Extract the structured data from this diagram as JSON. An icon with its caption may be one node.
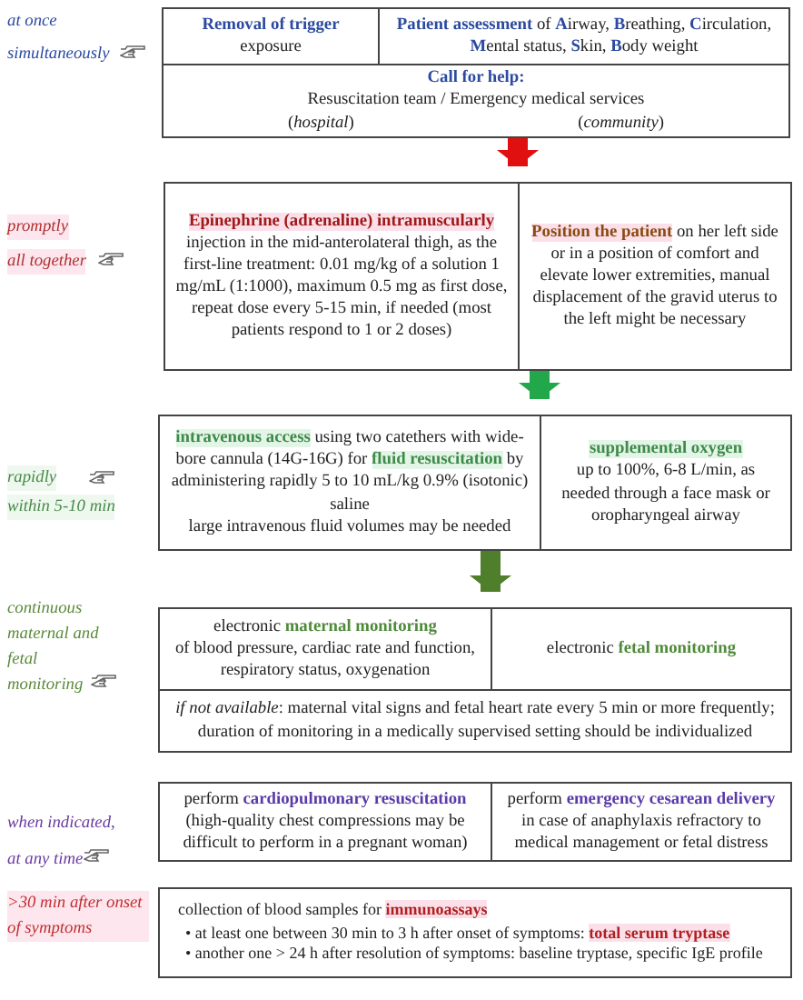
{
  "diagram": {
    "nodes": [
      {
        "text": [
          "**Removal of trigger** exposure"
        ]
      },
      {
        "text": [
          "**Patient assessment** of **A**irway, **B**reathing, **C**irculation, **M**ental status, **S**kin, **B**ody weight"
        ]
      },
      {
        "text": [
          "**Call for help:**",
          "Resuscitation team  / Emergency medical services",
          "(*hospital*)",
          "(*community*)"
        ]
      },
      {
        "text": [
          "**Epinephrine (adrenaline) intramuscularly**",
          "injection in the mid-anterolateral thigh, as the first-line treatment: 0.01 mg/kg of a solution 1 mg/mL (1:1000), maximum 0.5 mg as first dose, repeat dose every 5-15 min, if needed (most patients respond to 1 or 2 doses)"
        ]
      },
      {
        "text": [
          "**Position the patient** on her left side or in a position of comfort and elevate lower extremities, manual displacement of the gravid uterus to the left might be necessary"
        ]
      },
      {
        "text": [
          "**intravenous access** using two catethers with wide-bore cannula (14G-16G) for **fluid resuscitation** by administering rapidly 5 to 10 mL/kg 0.9% (isotonic) saline",
          "large intravenous fluid volumes may be needed"
        ]
      },
      {
        "text": [
          "**supplemental oxygen**",
          "up to 100%, 6-8 L/min, as needed through a face mask or oropharyngeal airway"
        ]
      },
      {
        "text": [
          "electronic **maternal monitoring**",
          "of blood pressure, cardiac rate and function, respiratory status, oxygenation"
        ]
      },
      {
        "text": [
          "electronic **fetal monitoring**"
        ]
      },
      {
        "text": [
          "*if not available*: maternal vital signs and fetal heart rate every 5 min or more frequently; duration of monitoring in a medically supervised setting should be individualized"
        ]
      },
      {
        "text": [
          "perform **cardiopulmonary resuscitation**",
          "(high-quality chest compressions may be difficult to perform in a pregnant woman)"
        ]
      },
      {
        "text": [
          "perform **emergency cesarean delivery**",
          "in case of anaphylaxis refractory to medical management or fetal distress"
        ]
      },
      {
        "text": [
          "collection of blood samples for **immunoassays**",
          "• at least one between 30 min to 3 h after onset of symptoms: **total serum tryptase**",
          "• another one > 24 h after resolution of symptoms: baseline tryptase, specific IgE profile"
        ]
      }
    ],
    "edges": [
      {
        "from": 2,
        "to": 3,
        "arrow": "to",
        "color": "#e01010"
      },
      {
        "from": 3,
        "to": 5,
        "arrow": "to",
        "color": "#22a84a"
      },
      {
        "from": 5,
        "to": 7,
        "arrow": "to",
        "color": "#4f7f2a"
      }
    ],
    "labels": [
      "at once",
      "simultaneously",
      "promptly",
      "all together",
      "rapidly",
      "within 5-10 min",
      "continuous maternal and fetal monitoring",
      "when indicated, at any time",
      ">30 min after onset of symptoms"
    ]
  }
}
